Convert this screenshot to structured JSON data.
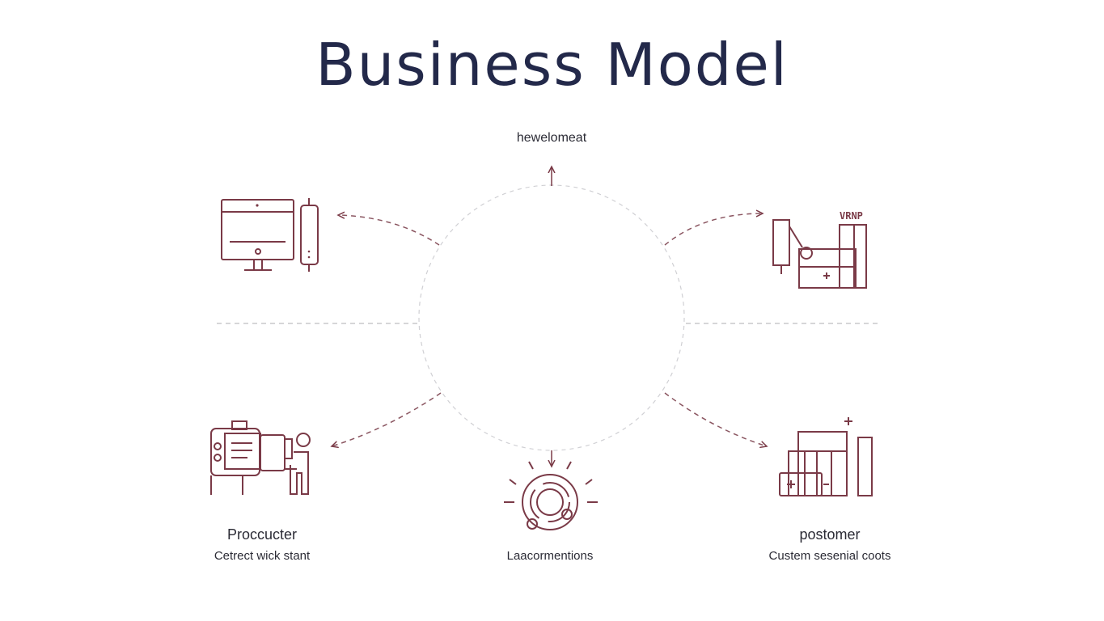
{
  "title": "Business Model",
  "top_node": {
    "label": "hewelomeat"
  },
  "top_right_node": {
    "sign": "VRNP"
  },
  "bottom_left_node": {
    "name": "Proccucter",
    "description": "Cetrect wick stant"
  },
  "bottom_center_node": {
    "description": "Laacormentions"
  },
  "bottom_right_node": {
    "name": "postomer",
    "description": "Custem sesenial coots"
  },
  "colors": {
    "title": "#23294a",
    "icon_stroke": "#7a3a47",
    "text": "#2b2b35",
    "guide": "#c8c8cc"
  },
  "icons": [
    "desktop-monitor-icon",
    "mobile-phone-icon",
    "factory-machine-icon",
    "worker-machine-icon",
    "cycle-target-icon",
    "stacked-boxes-icon"
  ]
}
